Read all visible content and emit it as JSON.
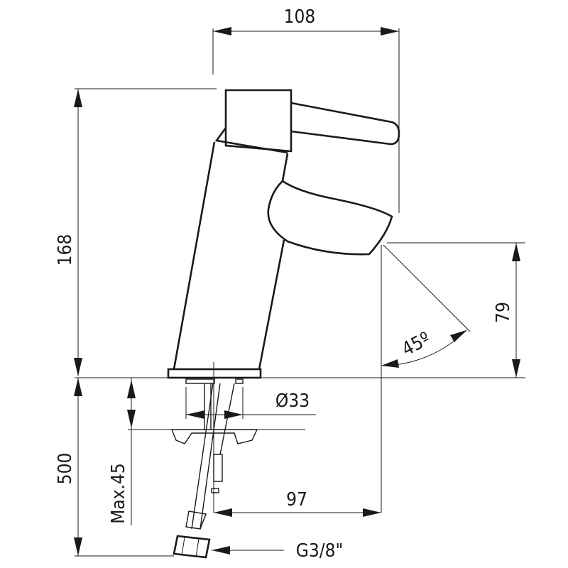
{
  "title": "Faucet dimension drawing",
  "dimensions": {
    "spout_reach_top": "108",
    "total_height": "168",
    "spout_height": "79",
    "spout_angle": "45º",
    "base_diameter": "Ø33",
    "hose_length": "500",
    "max_counter_thickness": "Max.45",
    "center_to_spout": "97",
    "connection_thread": "G3/8\""
  },
  "colors": {
    "line": "#1a1a1a",
    "background": "#ffffff"
  }
}
